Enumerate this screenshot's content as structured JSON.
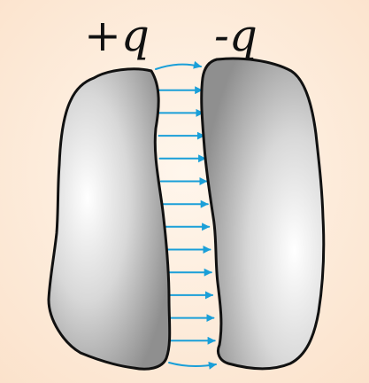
{
  "diagram": {
    "left_conductor": {
      "label": "+q"
    },
    "right_conductor": {
      "label": "-q"
    },
    "field_arrows": {
      "count": 14
    },
    "colors": {
      "background_inner": "#fff6ec",
      "background_outer": "#fbe2cb",
      "conductor_light": "#ffffff",
      "conductor_mid": "#d8d8d8",
      "conductor_dark": "#8f8f8f",
      "conductor_outline": "#111111",
      "field_line": "#1a9fd8"
    }
  }
}
